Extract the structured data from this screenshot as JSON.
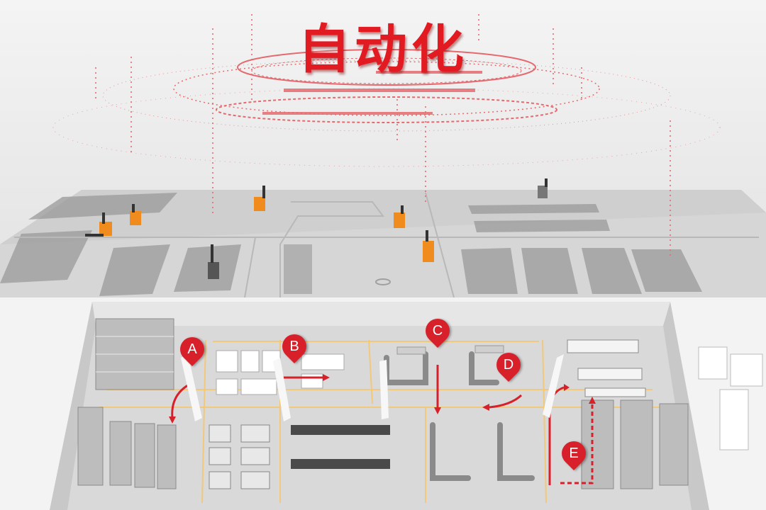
{
  "title": "自动化",
  "colors": {
    "accent": "#e21b23",
    "marker": "#d7202a",
    "forklift": "#f08c1e",
    "floor": "#dcdcdc",
    "aisle": "#f2c87a"
  },
  "markers": [
    {
      "id": "A",
      "label": "A"
    },
    {
      "id": "B",
      "label": "B"
    },
    {
      "id": "C",
      "label": "C"
    },
    {
      "id": "D",
      "label": "D"
    },
    {
      "id": "E",
      "label": "E"
    }
  ],
  "icons": [
    "forklift-icon",
    "map-pin-icon",
    "flow-arrow-icon"
  ]
}
